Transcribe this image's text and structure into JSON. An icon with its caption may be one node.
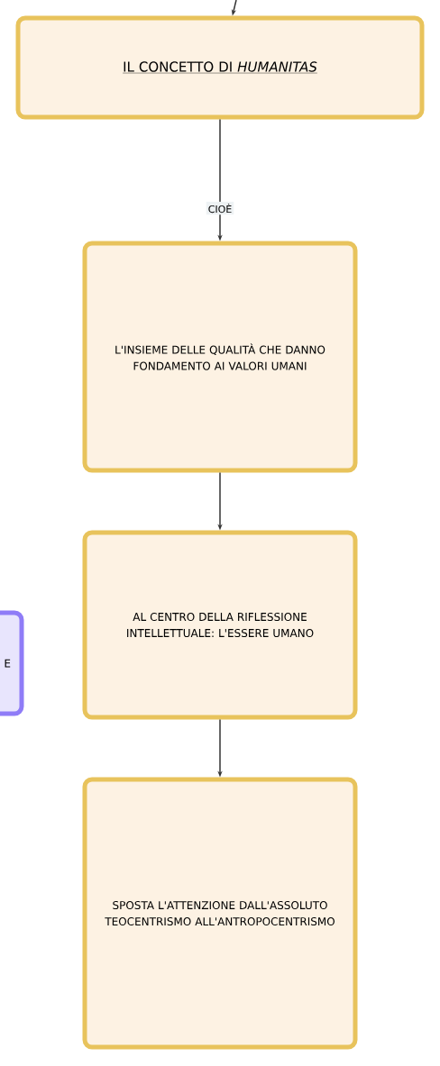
{
  "diagram": {
    "nodes": [
      {
        "text": [
          "IL CONCETTO DI *HUMANITAS*"
        ]
      },
      {
        "text": [
          "L'INSIEME DELLE QUALITÀ CHE DANNO FONDAMENTO AI VALORI UMANI"
        ]
      },
      {
        "text": [
          "AL CENTRO DELLA RIFLESSIONE INTELLETTUALE: L'ESSERE UMANO"
        ]
      },
      {
        "text": [
          "SPOSTA L'ATTENZIONE DALL'ASSOLUTO TEOCENTRISMO ALL'ANTROPOCENTRISMO"
        ]
      },
      {
        "text": [
          "E"
        ]
      }
    ],
    "edges": [
      {
        "from": null,
        "to": 0,
        "arrow": "to"
      },
      {
        "from": 0,
        "to": 1,
        "arrow": "to",
        "label": "CIOÈ"
      },
      {
        "from": 1,
        "to": 2,
        "arrow": "to"
      },
      {
        "from": 2,
        "to": 3,
        "arrow": "to"
      }
    ]
  }
}
